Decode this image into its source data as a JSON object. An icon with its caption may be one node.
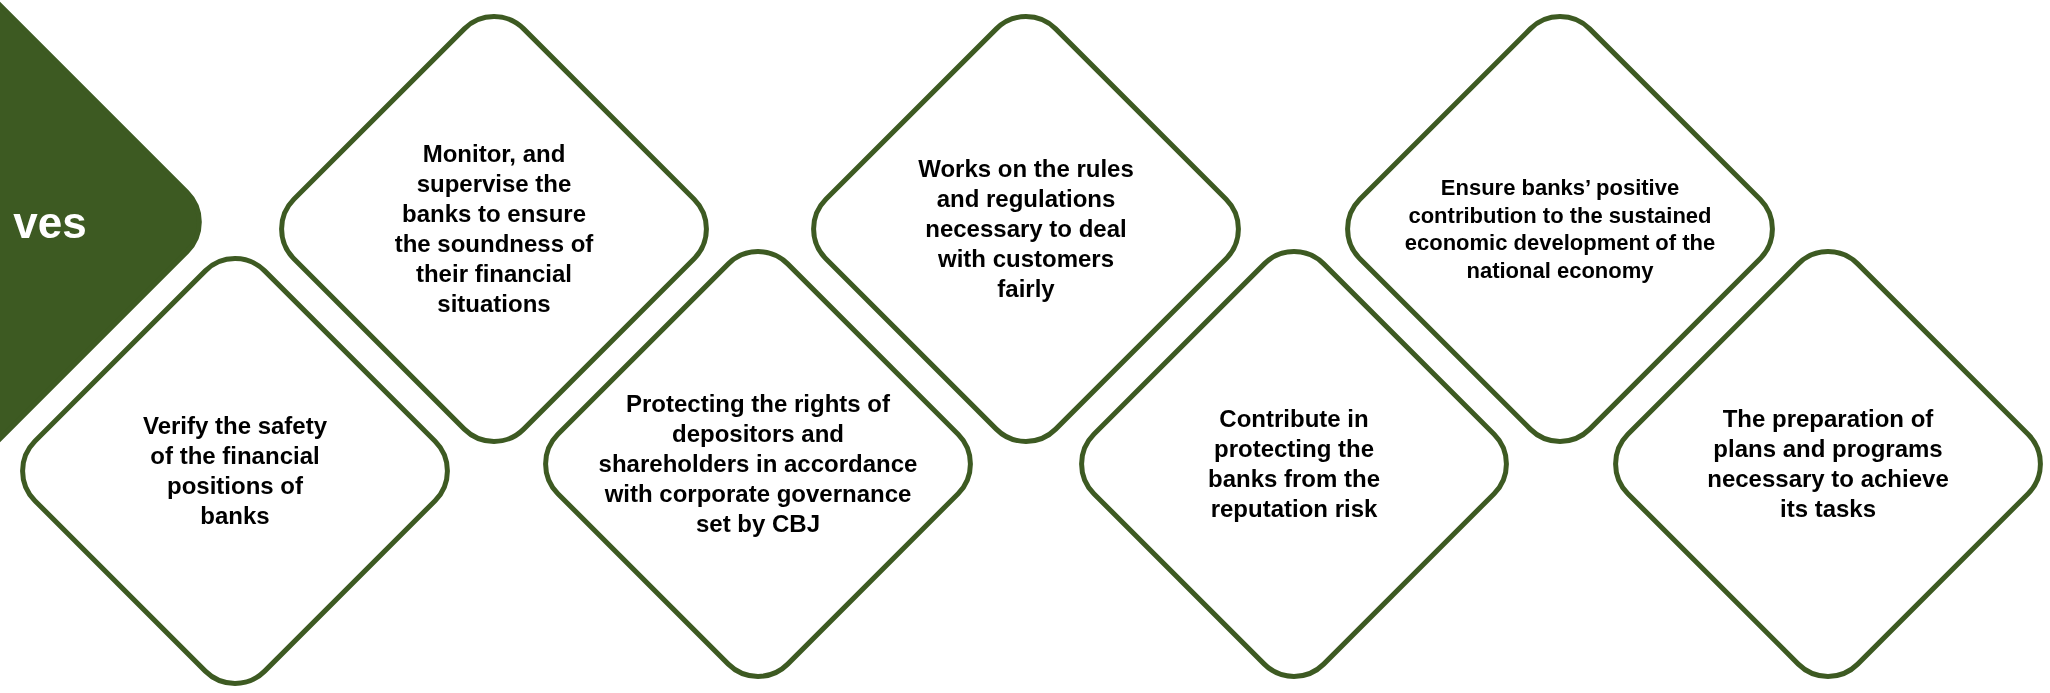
{
  "diagram": {
    "nodes": [
      {
        "text": [
          "ves"
        ]
      },
      {
        "text": [
          "Verify the safety of the financial positions of banks"
        ]
      },
      {
        "text": [
          "Monitor, and supervise the banks to ensure the soundness of their financial situations"
        ]
      },
      {
        "text": [
          "Protecting the rights of depositors and shareholders in accordance with corporate governance set by CBJ"
        ]
      },
      {
        "text": [
          "Works on the rules and regulations necessary to deal with customers fairly"
        ]
      },
      {
        "text": [
          "Contribute in protecting the banks from the reputation risk"
        ]
      },
      {
        "text": [
          "Ensure banks’ positive contribution to the sustained economic development of the national economy"
        ]
      },
      {
        "text": [
          "The preparation of plans and programs necessary to achieve its tasks"
        ]
      }
    ]
  }
}
